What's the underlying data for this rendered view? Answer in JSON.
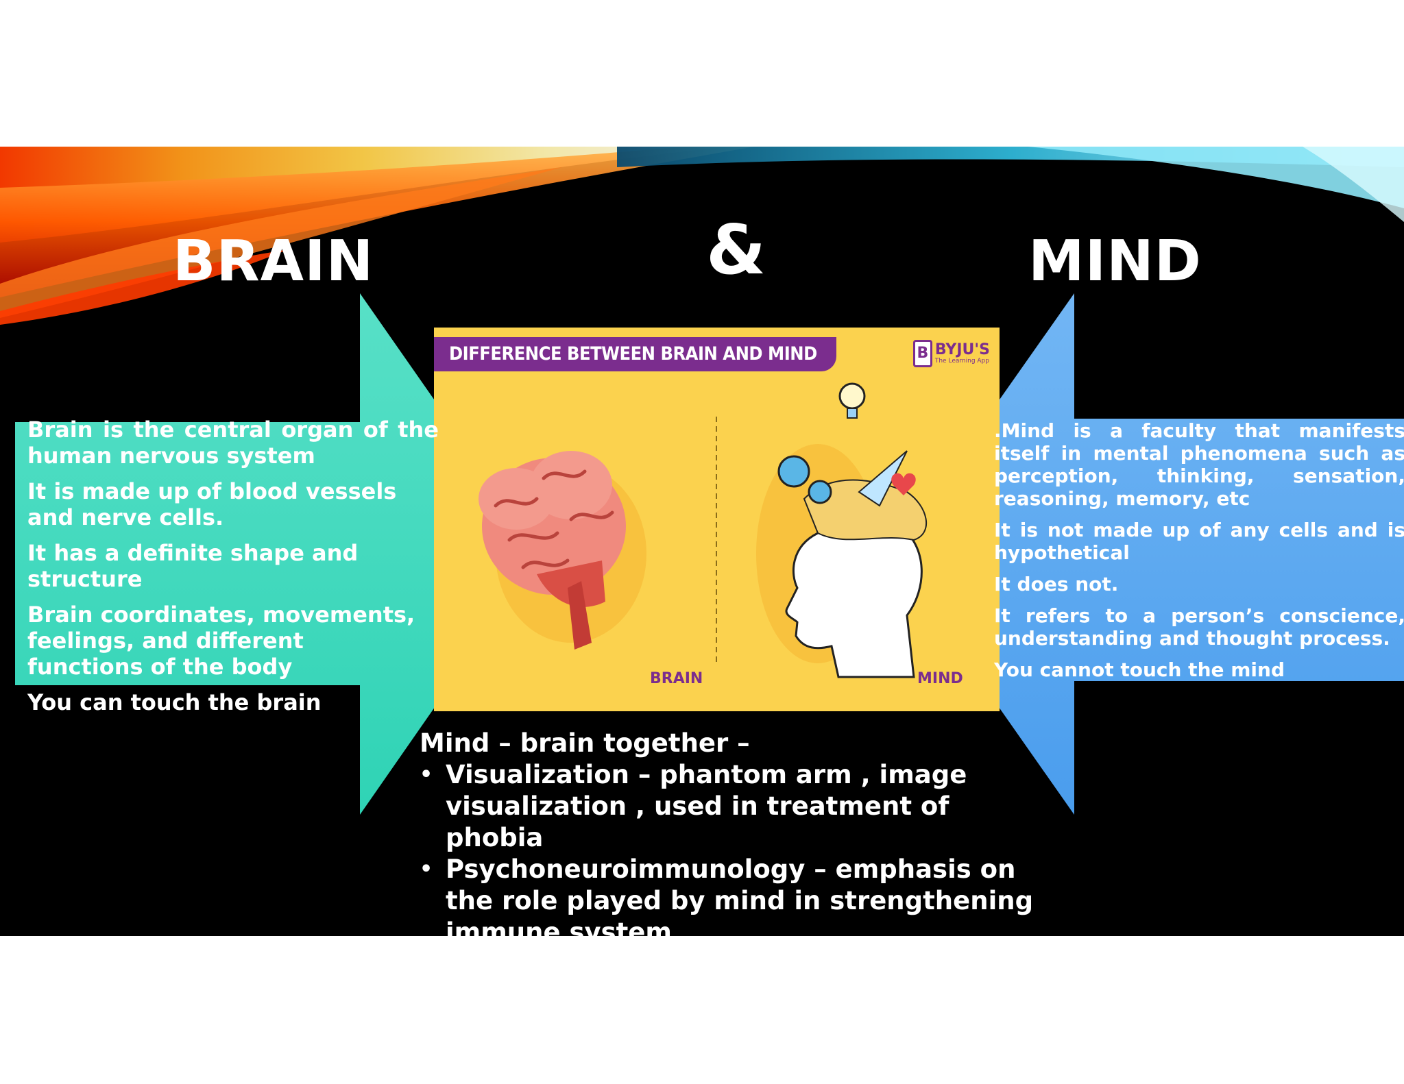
{
  "slide": {
    "title_left": "BRAIN",
    "title_center": "&",
    "title_right": "MIND"
  },
  "image": {
    "banner": "DIFFERENCE BETWEEN BRAIN AND MIND",
    "logo_mark": "B",
    "logo_text": "BYJU'S",
    "logo_sub": "The Learning App",
    "label_brain": "BRAIN",
    "label_mind": "MIND"
  },
  "brain_points": [
    "Brain is the central organ of the human nervous system",
    "It is made up of blood vessels and nerve cells.",
    "It has a definite shape and structure",
    "Brain coordinates, movements, feelings, and different functions of the body",
    "You can touch the brain"
  ],
  "mind_points": [
    ".Mind is a faculty that manifests itself in mental phenomena such as perception, thinking, sensation, reasoning, memory, etc",
    "It is not made up of any cells and is hypothetical",
    "It does not.",
    "It refers to a person’s conscience, understanding and thought process.",
    "You cannot touch the mind"
  ],
  "together": {
    "lead": "Mind – brain together –",
    "bullet_char": "•",
    "bullets": [
      "Visualization – phantom arm , image visualization , used in treatment of phobia",
      "Psychoneuroimmunology – emphasis on the role played by mind in strengthening immune system"
    ]
  },
  "colors": {
    "background": "#000000",
    "left_arrow": "#3fdcc0",
    "right_arrow": "#5aa8f2",
    "image_bg": "#fbd24e",
    "banner": "#7b2d8e"
  }
}
